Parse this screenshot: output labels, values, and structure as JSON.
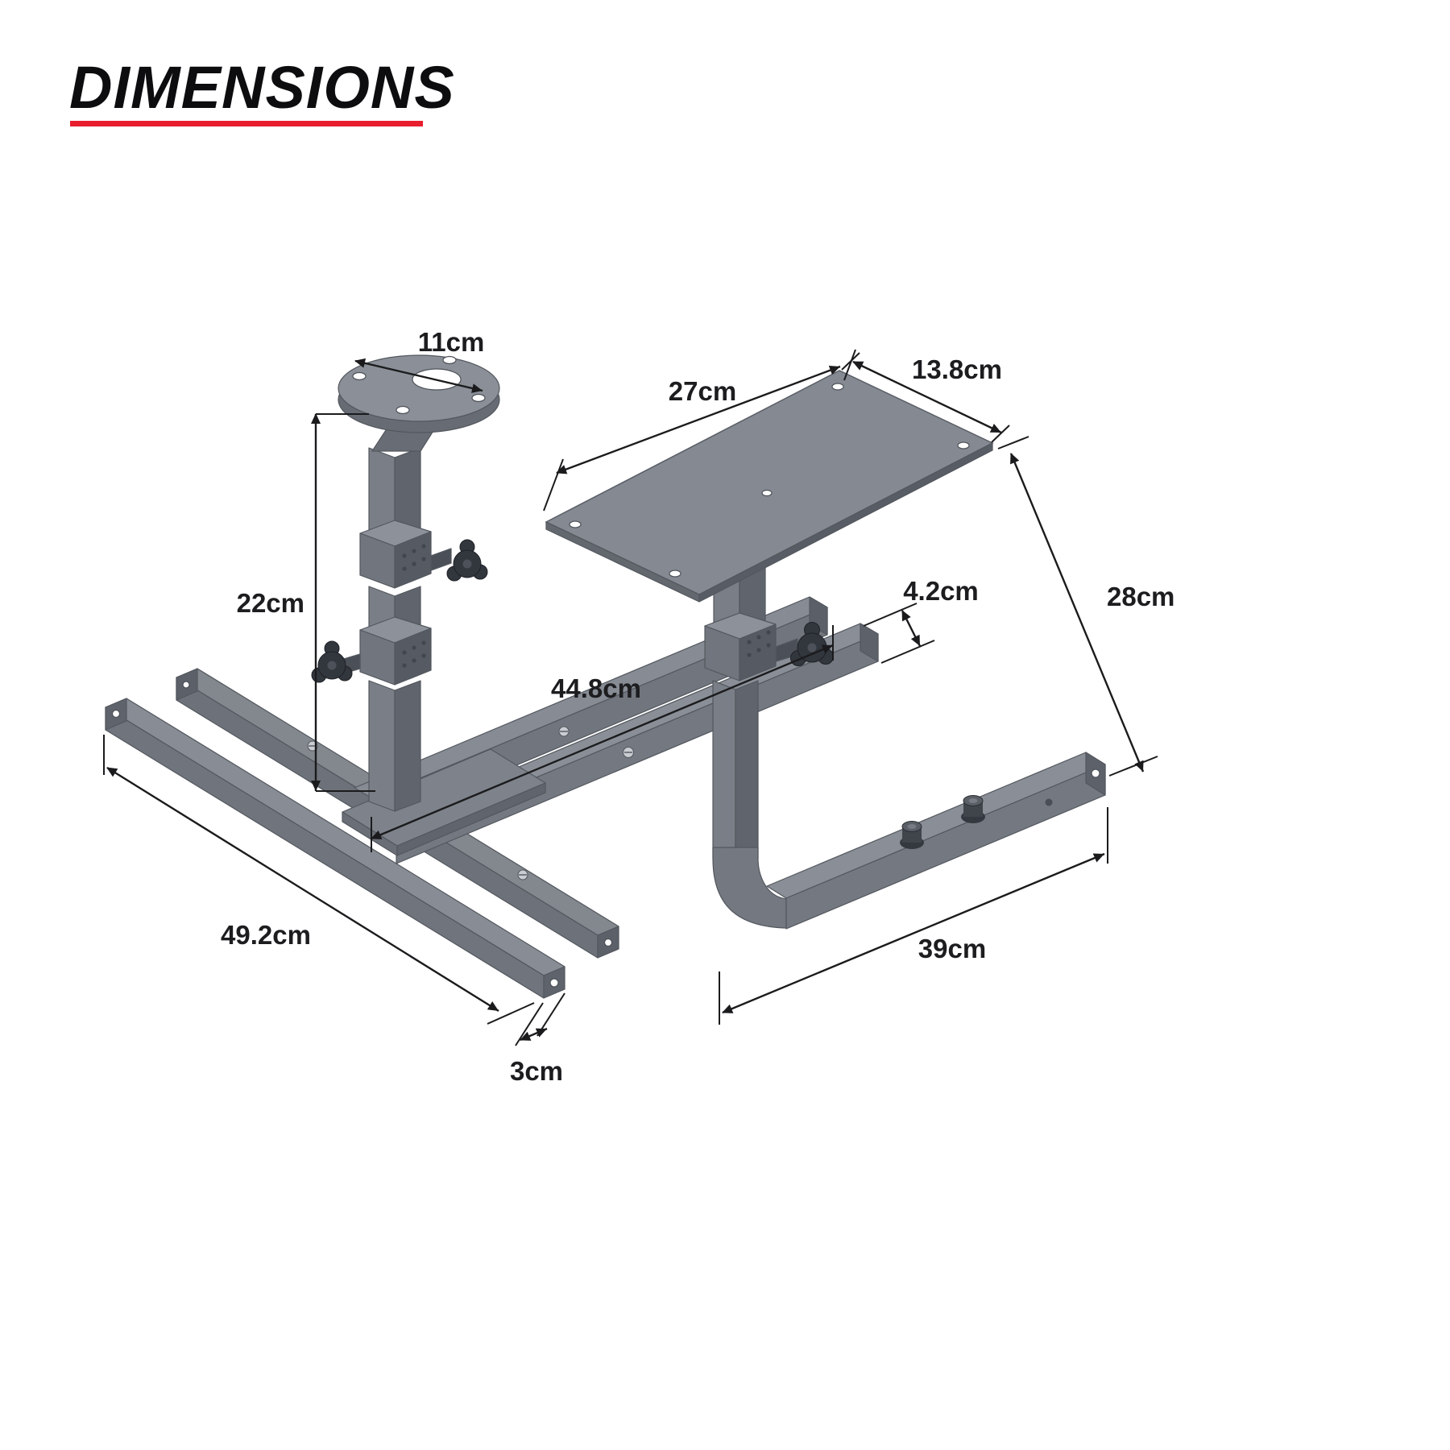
{
  "page": {
    "title": "DIMENSIONS"
  },
  "colors": {
    "accent": "#e81e2e",
    "ink": "#1d1d20",
    "metal": "#797e86",
    "metal_light": "#8a8f97",
    "metal_dark": "#5d626a"
  },
  "diagram": {
    "labels": {
      "plate_diameter": "11cm",
      "post_height": "22cm",
      "top_plate_length": "27cm",
      "top_plate_width": "13.8cm",
      "rail_height": "4.2cm",
      "rail_span": "44.8cm",
      "shifter_height": "28cm",
      "base_length": "49.2cm",
      "tube_size": "3cm",
      "arm_length": "39cm"
    }
  }
}
